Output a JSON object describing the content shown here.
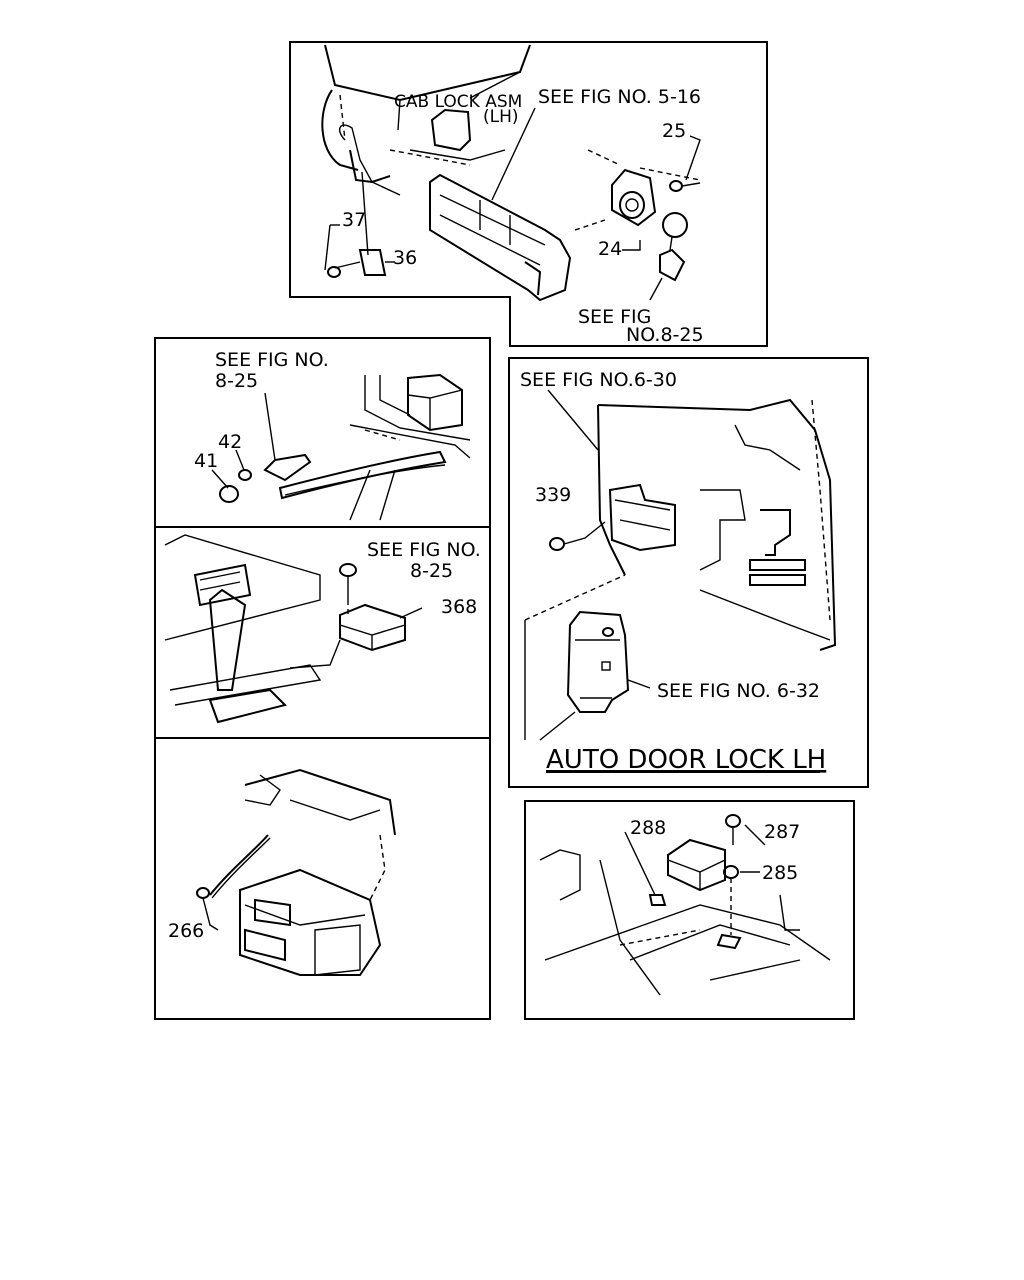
{
  "panel_top": {
    "cab_lock_asm": "CAB LOCK ASM",
    "cab_lock_side": "(LH)",
    "see_fig_5_16": "SEE FIG NO. 5-16",
    "see_fig_8_25_a": "SEE FIG",
    "see_fig_8_25_b": "NO.8-25",
    "part_25": "25",
    "part_24": "24",
    "part_37": "37",
    "part_36": "36"
  },
  "panel_left1": {
    "see_fig_a": "SEE FIG NO.",
    "see_fig_b": "8-25",
    "part_42": "42",
    "part_41": "41"
  },
  "panel_left2": {
    "see_fig_a": "SEE FIG NO.",
    "see_fig_b": "8-25",
    "part_368": "368"
  },
  "panel_left3": {
    "part_266": "266"
  },
  "panel_right1": {
    "see_fig_6_30": "SEE FIG NO.6-30",
    "part_339": "339",
    "see_fig_6_32": "SEE FIG NO. 6-32",
    "title": "AUTO DOOR LOCK LH"
  },
  "panel_right2": {
    "part_288": "288",
    "part_287": "287",
    "part_285": "285"
  }
}
